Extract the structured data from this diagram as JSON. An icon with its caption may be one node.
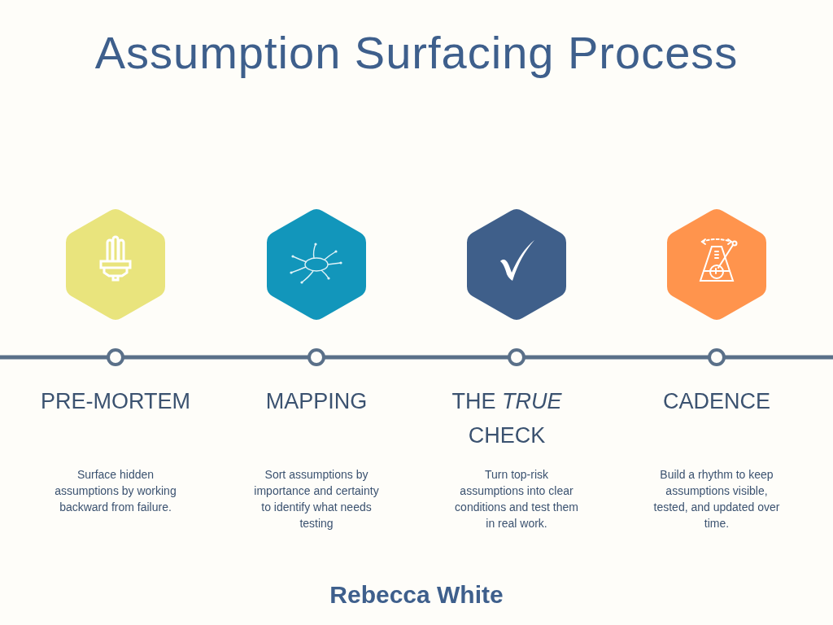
{
  "diagram": {
    "title": "Assumption Surfacing Process",
    "nodes": [
      {
        "text": [],
        "shape": "hexagon"
      },
      {
        "text": [],
        "shape": "hexagon"
      },
      {
        "text": [],
        "shape": "hexagon"
      },
      {
        "text": [],
        "shape": "hexagon"
      }
    ],
    "edges": [],
    "labels": [
      "PRE-MORTEM",
      "MAPPING",
      "THE *TRUE* CHECK",
      "CADENCE",
      "Surface hidden assumptions by working backward from failure.",
      "Sort assumptions by importance and certainty to identify what needs testing",
      "Turn top-risk assumptions into clear conditions and test them in real work.",
      "Build a rhythm to keep assumptions visible, tested, and updated over time.",
      "Rebecca White"
    ]
  }
}
